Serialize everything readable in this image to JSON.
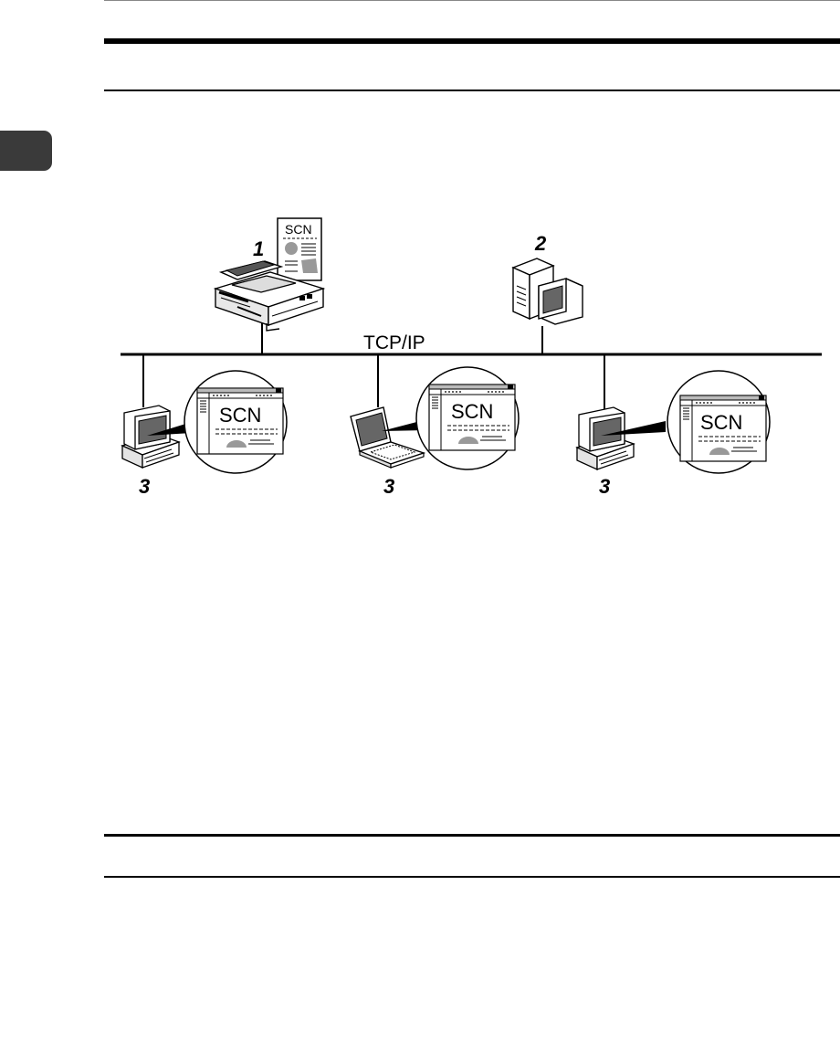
{
  "page": {
    "chapter_tab_visible": true
  },
  "diagram": {
    "network_label": "TCP/IP",
    "device_numbers": {
      "scanner": "1",
      "server": "2",
      "client": "3"
    },
    "document_text": "SCN",
    "screen_text": "SCN",
    "clients": [
      {
        "kind": "desktop",
        "number": "3",
        "screen_text": "SCN"
      },
      {
        "kind": "laptop",
        "number": "3",
        "screen_text": "SCN"
      },
      {
        "kind": "desktop",
        "number": "3",
        "screen_text": "SCN"
      }
    ]
  }
}
